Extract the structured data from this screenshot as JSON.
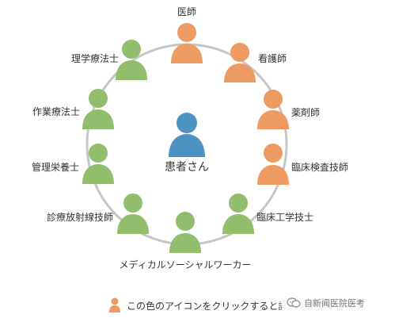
{
  "center": {
    "label": "患者さん",
    "color": "#4c93c4"
  },
  "colors": {
    "clickable": "#ee9a63",
    "info": "#90be6d",
    "ring": "#c6c6c6"
  },
  "roles": [
    {
      "label": "医師",
      "clickable": true
    },
    {
      "label": "看護師",
      "clickable": true
    },
    {
      "label": "薬剤師",
      "clickable": true
    },
    {
      "label": "臨床検査技師",
      "clickable": true
    },
    {
      "label": "臨床工学技士",
      "clickable": false
    },
    {
      "label": "メディカルソーシャルワーカー",
      "clickable": false
    },
    {
      "label": "診療放射線技師",
      "clickable": false
    },
    {
      "label": "管理栄養士",
      "clickable": false
    },
    {
      "label": "作業療法士",
      "clickable": false
    },
    {
      "label": "理学療法士",
      "clickable": false
    }
  ],
  "legend": {
    "text": "この色のアイコンをクリックすると詳細を確認できます"
  },
  "watermark": {
    "text": "自新闻医院医考",
    "icon": "wechat-icon"
  }
}
